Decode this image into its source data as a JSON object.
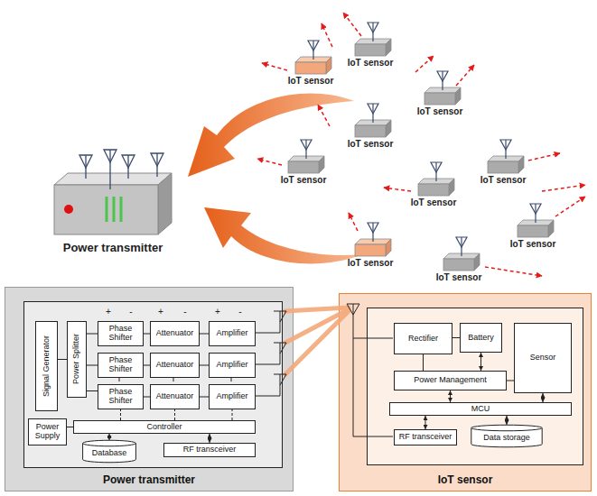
{
  "diagram": {
    "nodes": [
      {
        "text": [
          "Power transmitter"
        ]
      },
      {
        "text": [
          "Signal Generator"
        ],
        "in": 0
      },
      {
        "text": [
          "Power Splitter"
        ],
        "in": 0
      },
      {
        "text": [
          "Phase Shifter"
        ],
        "in": 0
      },
      {
        "text": [
          "Attenuator"
        ],
        "in": 0
      },
      {
        "text": [
          "Amplifier"
        ],
        "in": 0
      },
      {
        "text": [
          "Phase Shifter"
        ],
        "in": 0
      },
      {
        "text": [
          "Attenuator"
        ],
        "in": 0
      },
      {
        "text": [
          "Amplifier"
        ],
        "in": 0
      },
      {
        "text": [
          "Phase Shifter"
        ],
        "in": 0
      },
      {
        "text": [
          "Attenuator"
        ],
        "in": 0
      },
      {
        "text": [
          "Amplifier"
        ],
        "in": 0
      },
      {
        "text": [
          "Controller"
        ],
        "in": 0
      },
      {
        "text": [
          "Power Supply"
        ],
        "in": 0
      },
      {
        "text": [
          "Database"
        ],
        "in": 0
      },
      {
        "text": [
          "RF transceiver"
        ],
        "in": 0
      },
      {
        "text": [
          "IoT sensor"
        ]
      },
      {
        "text": [
          "Rectifier"
        ],
        "in": 16
      },
      {
        "text": [
          "Battery"
        ],
        "in": 16
      },
      {
        "text": [
          "Sensor"
        ],
        "in": 16
      },
      {
        "text": [
          "Power Management"
        ],
        "in": 16
      },
      {
        "text": [
          "MCU"
        ],
        "in": 16
      },
      {
        "text": [
          "RF transceiver"
        ],
        "in": 16
      },
      {
        "text": [
          "Data storage"
        ],
        "in": 16
      }
    ],
    "edges": [
      {
        "from": 1,
        "to": 2,
        "arrow": "none"
      },
      {
        "from": 2,
        "to": 3,
        "arrow": "none"
      },
      {
        "from": 2,
        "to": 6,
        "arrow": "none"
      },
      {
        "from": 2,
        "to": 9,
        "arrow": "none"
      },
      {
        "from": 3,
        "to": 4,
        "arrow": "none"
      },
      {
        "from": 4,
        "to": 5,
        "arrow": "none"
      },
      {
        "from": 6,
        "to": 7,
        "arrow": "none"
      },
      {
        "from": 7,
        "to": 8,
        "arrow": "none"
      },
      {
        "from": 9,
        "to": 10,
        "arrow": "none"
      },
      {
        "from": 10,
        "to": 11,
        "arrow": "none"
      },
      {
        "from": 12,
        "to": 9,
        "arrow": "none"
      },
      {
        "from": 12,
        "to": 10,
        "arrow": "none"
      },
      {
        "from": 12,
        "to": 11,
        "arrow": "none"
      },
      {
        "from": 13,
        "to": 12,
        "arrow": "none"
      },
      {
        "from": 12,
        "to": 14,
        "arrow": "both"
      },
      {
        "from": 12,
        "to": 15,
        "arrow": "both"
      },
      {
        "from": 17,
        "to": 18,
        "arrow": "none"
      },
      {
        "from": 17,
        "to": 20,
        "arrow": "none"
      },
      {
        "from": 18,
        "to": 20,
        "arrow": "both"
      },
      {
        "from": 20,
        "to": 19,
        "arrow": "none"
      },
      {
        "from": 20,
        "to": 21,
        "arrow": "both"
      },
      {
        "from": 19,
        "to": 21,
        "arrow": "both"
      },
      {
        "from": 21,
        "to": 22,
        "arrow": "both"
      },
      {
        "from": 21,
        "to": 23,
        "arrow": "both"
      }
    ],
    "labels": [
      "IoT sensor",
      "IoT sensor",
      "IoT sensor",
      "IoT sensor",
      "IoT sensor",
      "IoT sensor",
      "IoT sensor",
      "IoT sensor",
      "IoT sensor",
      "IoT sensor",
      "Power transmitter",
      "+",
      "-",
      "+",
      "-",
      "+",
      "-"
    ]
  }
}
